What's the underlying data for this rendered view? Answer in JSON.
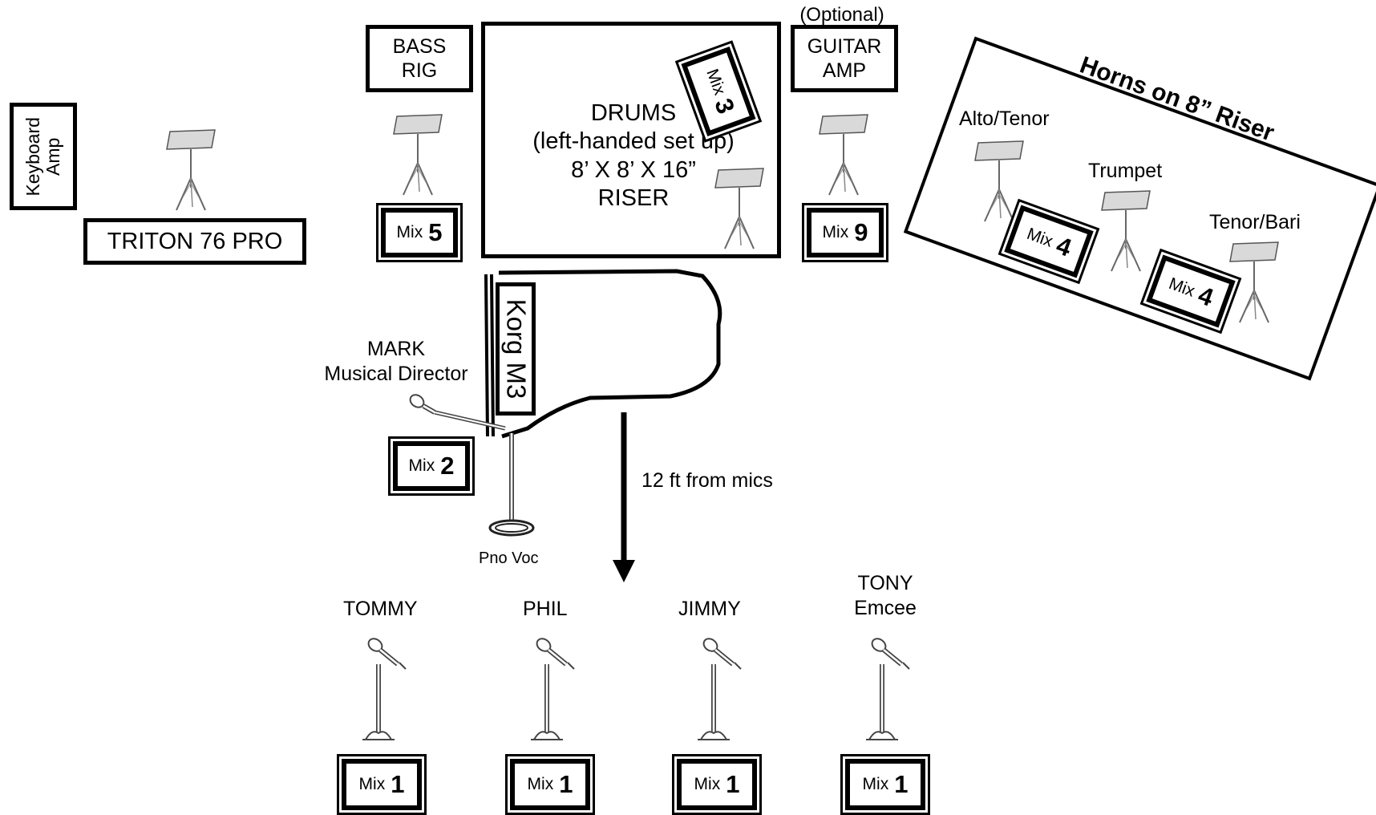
{
  "keyboard_amp": "Keyboard Amp",
  "triton": "TRITON 76 PRO",
  "bass_rig": {
    "line1": "BASS",
    "line2": "RIG"
  },
  "drums": {
    "line1": "DRUMS",
    "line2": "(left-handed set up)",
    "line3": "8’ X 8’ X 16”",
    "line4": "RISER"
  },
  "guitar": {
    "optional": "(Optional)",
    "line1": "GUITAR",
    "line2": "AMP"
  },
  "horns": {
    "title": "Horns on 8” Riser",
    "alto": "Alto/Tenor",
    "trumpet": "Trumpet",
    "tenor_bari": "Tenor/Bari"
  },
  "korg": "Korg M3",
  "mark": {
    "name": "MARK",
    "role": "Musical Director"
  },
  "pno_voc": "Pno Voc",
  "distance": "12 ft from mics",
  "mix_word": "Mix",
  "mixes": {
    "drums": "3",
    "bass": "5",
    "guitar": "9",
    "horn1": "4",
    "horn2": "4",
    "mark": "2",
    "tommy": "1",
    "phil": "1",
    "jimmy": "1",
    "tony": "1"
  },
  "singers": {
    "tommy": "TOMMY",
    "phil": "PHIL",
    "jimmy": "JIMMY",
    "tony": "TONY",
    "tony_role": "Emcee"
  }
}
